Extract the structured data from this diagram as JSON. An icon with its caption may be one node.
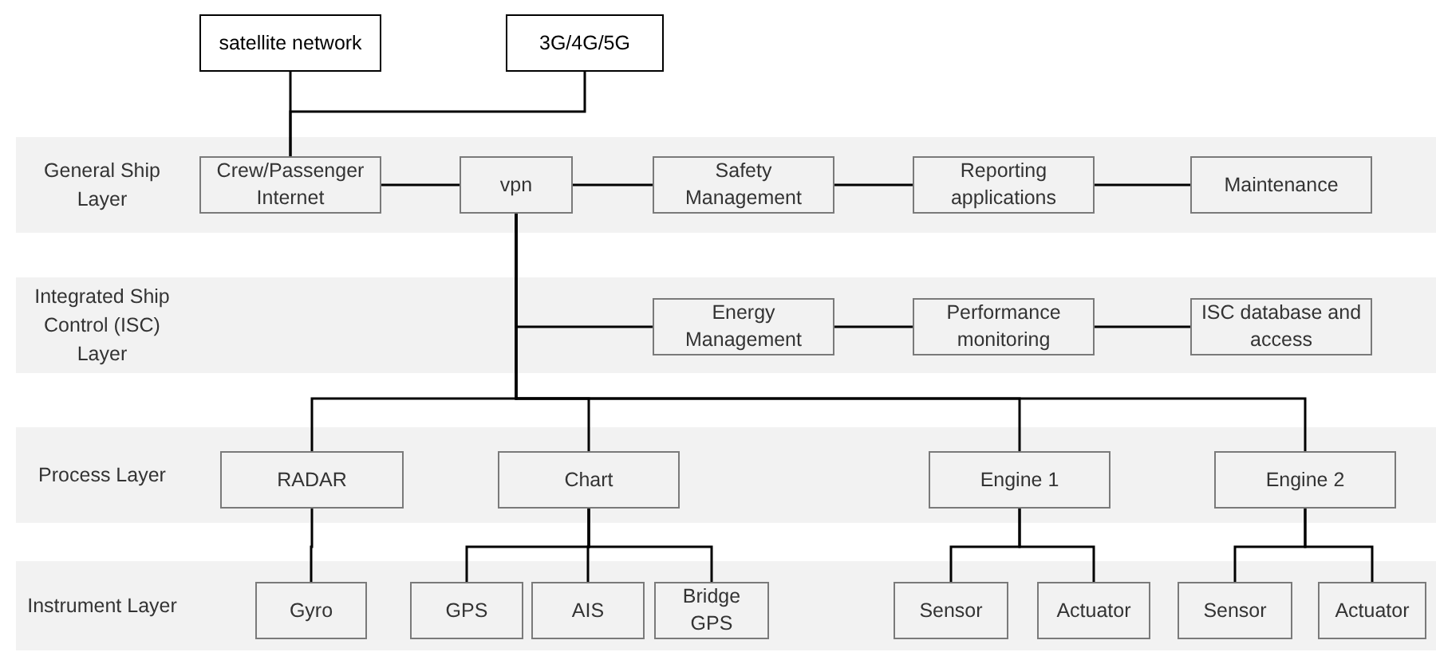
{
  "diagram": {
    "nodes": [
      {
        "text": [
          "satellite network"
        ]
      },
      {
        "text": [
          "3G/4G/5G"
        ]
      },
      {
        "text": [
          "General Ship Layer"
        ]
      },
      {
        "text": [
          "Crew/Passenger Internet"
        ],
        "in": 2
      },
      {
        "text": [
          "vpn"
        ],
        "in": 2
      },
      {
        "text": [
          "Safety Management"
        ],
        "in": 2
      },
      {
        "text": [
          "Reporting applications"
        ],
        "in": 2
      },
      {
        "text": [
          "Maintenance"
        ],
        "in": 2
      },
      {
        "text": [
          "Integrated Ship Control (ISC) Layer"
        ]
      },
      {
        "text": [
          "Energy Management"
        ],
        "in": 8
      },
      {
        "text": [
          "Performance monitoring"
        ],
        "in": 8
      },
      {
        "text": [
          "ISC database and access"
        ],
        "in": 8
      },
      {
        "text": [
          "Process Layer"
        ]
      },
      {
        "text": [
          "RADAR"
        ],
        "in": 12
      },
      {
        "text": [
          "Chart"
        ],
        "in": 12
      },
      {
        "text": [
          "Engine 1"
        ],
        "in": 12
      },
      {
        "text": [
          "Engine 2"
        ],
        "in": 12
      },
      {
        "text": [
          "Instrument Layer"
        ]
      },
      {
        "text": [
          "Gyro"
        ],
        "in": 17
      },
      {
        "text": [
          "GPS"
        ],
        "in": 17
      },
      {
        "text": [
          "AIS"
        ],
        "in": 17
      },
      {
        "text": [
          "Bridge GPS"
        ],
        "in": 17
      },
      {
        "text": [
          "Sensor"
        ],
        "in": 17
      },
      {
        "text": [
          "Actuator"
        ],
        "in": 17
      },
      {
        "text": [
          "Sensor"
        ],
        "in": 17
      },
      {
        "text": [
          "Actuator"
        ],
        "in": 17
      }
    ],
    "edges": [
      {
        "from": 0,
        "to": 3,
        "arrow": "none"
      },
      {
        "from": 1,
        "to": 3,
        "arrow": "none"
      },
      {
        "from": 3,
        "to": 4,
        "arrow": "none"
      },
      {
        "from": 4,
        "to": 5,
        "arrow": "none"
      },
      {
        "from": 5,
        "to": 6,
        "arrow": "none"
      },
      {
        "from": 6,
        "to": 7,
        "arrow": "none"
      },
      {
        "from": 4,
        "to": 9,
        "arrow": "none"
      },
      {
        "from": 9,
        "to": 10,
        "arrow": "none"
      },
      {
        "from": 10,
        "to": 11,
        "arrow": "none"
      },
      {
        "from": 4,
        "to": 13,
        "arrow": "none"
      },
      {
        "from": 4,
        "to": 14,
        "arrow": "none"
      },
      {
        "from": 4,
        "to": 15,
        "arrow": "none"
      },
      {
        "from": 4,
        "to": 16,
        "arrow": "none"
      },
      {
        "from": 13,
        "to": 18,
        "arrow": "none"
      },
      {
        "from": 14,
        "to": 19,
        "arrow": "none"
      },
      {
        "from": 14,
        "to": 20,
        "arrow": "none"
      },
      {
        "from": 14,
        "to": 21,
        "arrow": "none"
      },
      {
        "from": 15,
        "to": 22,
        "arrow": "none"
      },
      {
        "from": 15,
        "to": 23,
        "arrow": "none"
      },
      {
        "from": 16,
        "to": 24,
        "arrow": "none"
      },
      {
        "from": 16,
        "to": 25,
        "arrow": "none"
      }
    ]
  }
}
